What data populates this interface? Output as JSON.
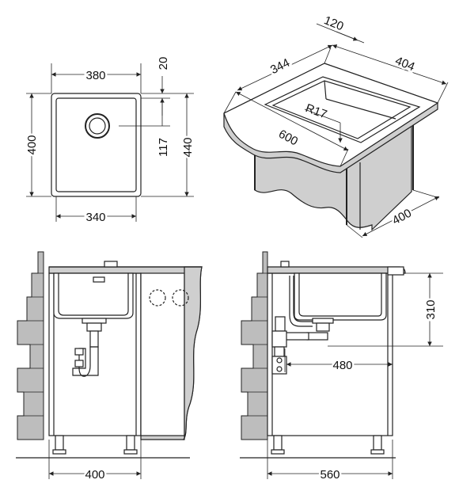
{
  "dimensions": {
    "top_view": {
      "outer_width": "380",
      "inner_width": "340",
      "outer_height": "400",
      "inner_height": "440",
      "rim_offset": "20",
      "drain_offset": "117"
    },
    "iso_view": {
      "depth_offset": "120",
      "inner_length": "344",
      "inner_width": "404",
      "corner_radius": "R17",
      "total_length": "600",
      "cabinet_width": "400"
    },
    "front_view": {
      "cabinet_width": "400"
    },
    "side_view": {
      "drain_height": "310",
      "drain_depth": "480",
      "cabinet_depth": "560"
    }
  }
}
